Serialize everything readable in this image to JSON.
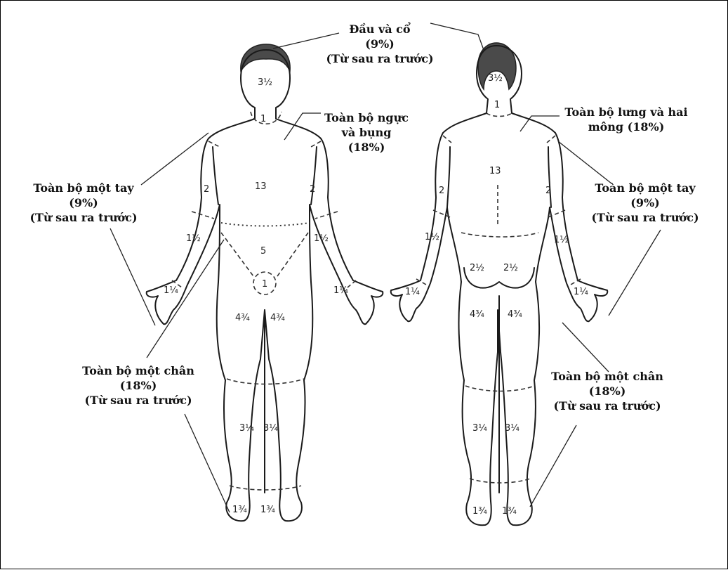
{
  "labels": {
    "head": [
      "Đầu và cổ",
      "(9%)",
      "(Từ sau ra trước)"
    ],
    "chest": [
      "Toàn bộ ngực",
      "và bụng",
      "(18%)"
    ],
    "back": [
      "Toàn bộ lưng và hai",
      "mông (18%)"
    ],
    "arm_left": [
      "Toàn bộ một tay",
      "(9%)",
      "(Từ sau ra trước)"
    ],
    "arm_right": [
      "Toàn bộ một tay",
      "(9%)",
      "(Từ sau ra trước)"
    ],
    "leg_left": [
      "Toàn bộ một chân",
      "(18%)",
      "(Từ sau ra trước)"
    ],
    "leg_right": [
      "Toàn bộ một chân",
      "(18%)",
      "(Từ sau ra trước)"
    ]
  },
  "front_values": {
    "head": "3½",
    "neck": "1",
    "trunk": "13",
    "upper_arm_l": "2",
    "upper_arm_r": "2",
    "forearm_l": "1½",
    "forearm_r": "1½",
    "hand_l": "1¼",
    "hand_r": "1¼",
    "abdomen": "5",
    "genital": "1",
    "thigh_l": "4¾",
    "thigh_r": "4¾",
    "calf_l": "3¼",
    "calf_r": "3¼",
    "foot_l": "1¾",
    "foot_r": "1¾"
  },
  "back_values": {
    "head": "3½",
    "neck": "1",
    "trunk": "13",
    "upper_arm_l": "2",
    "upper_arm_r": "2",
    "forearm_l": "1½",
    "forearm_r": "1½",
    "hand_l": "1¼",
    "hand_r": "1¼",
    "buttock_l": "2½",
    "buttock_r": "2½",
    "thigh_l": "4¾",
    "thigh_r": "4¾",
    "calf_l": "3¼",
    "calf_r": "3¼",
    "foot_l": "1¾",
    "foot_r": "1¾"
  }
}
